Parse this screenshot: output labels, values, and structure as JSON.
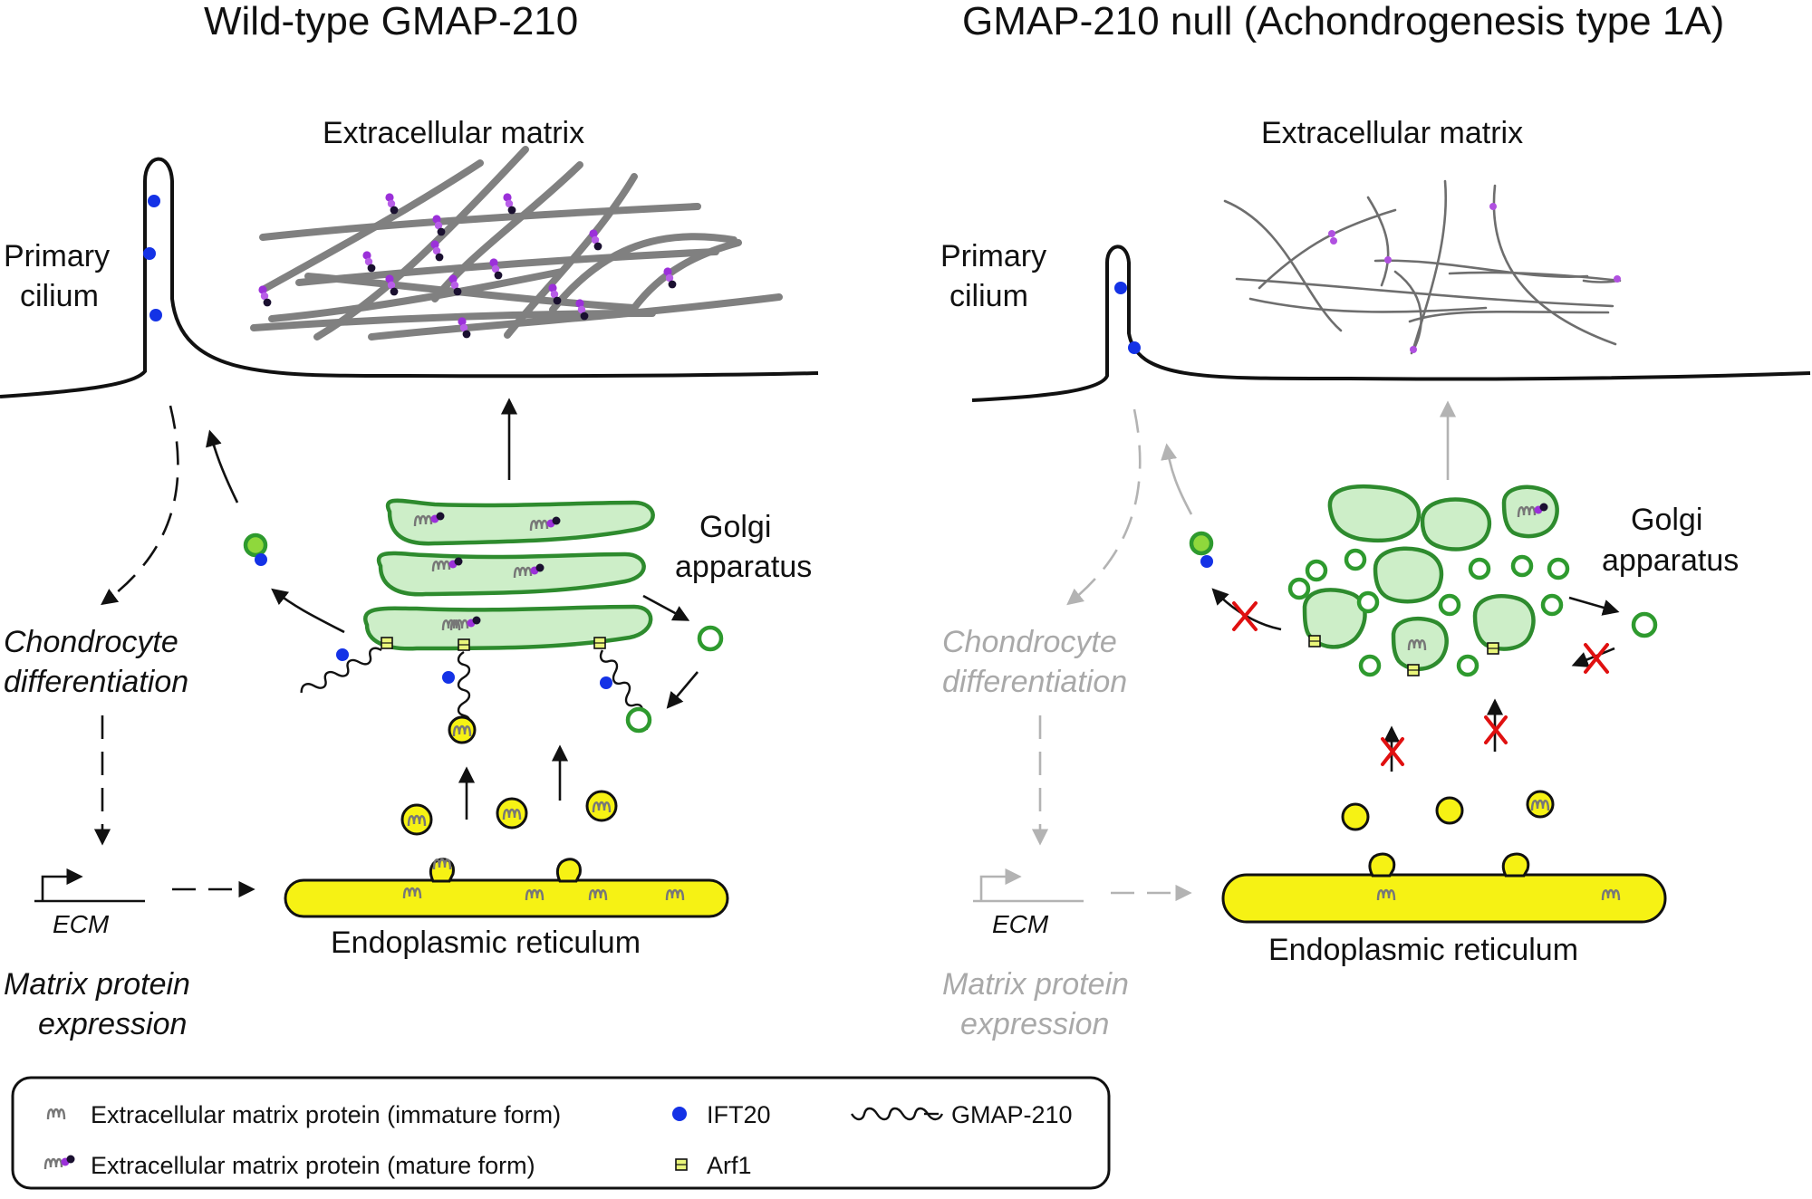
{
  "panels": {
    "left": {
      "title": "Wild-type GMAP-210",
      "ecm_label": "Extracellular matrix",
      "cilium_label": [
        "Primary",
        "cilium"
      ],
      "golgi_label": [
        "Golgi",
        "apparatus"
      ],
      "chondro_label": [
        "Chondrocyte",
        "differentiation"
      ],
      "gene_label": "ECM",
      "er_label": "Endoplasmic reticulum",
      "expression_label": [
        "Matrix protein",
        "expression"
      ]
    },
    "right": {
      "title": "GMAP-210 null  (Achondrogenesis type 1A)",
      "ecm_label": "Extracellular matrix",
      "cilium_label": [
        "Primary",
        "cilium"
      ],
      "golgi_label": [
        "Golgi",
        "apparatus"
      ],
      "chondro_label": [
        "Chondrocyte",
        "differentiation"
      ],
      "gene_label": "ECM",
      "er_label": "Endoplasmic reticulum",
      "expression_label": [
        "Matrix protein",
        "expression"
      ]
    }
  },
  "legend": {
    "immature": "Extracellular matrix protein (immature form)",
    "mature": "Extracellular matrix protein (mature form)",
    "ift20": "IFT20",
    "arf1": "Arf1",
    "gmap": "GMAP-210"
  },
  "colors": {
    "golgi_fill": "#cdeec8",
    "golgi_stroke": "#2e8b2e",
    "er_fill": "#f6f214",
    "ift20": "#1432e6",
    "mature_tag": "#9b30d9",
    "inhibition_cross": "#e01010",
    "faded": "#a9a9a9"
  }
}
